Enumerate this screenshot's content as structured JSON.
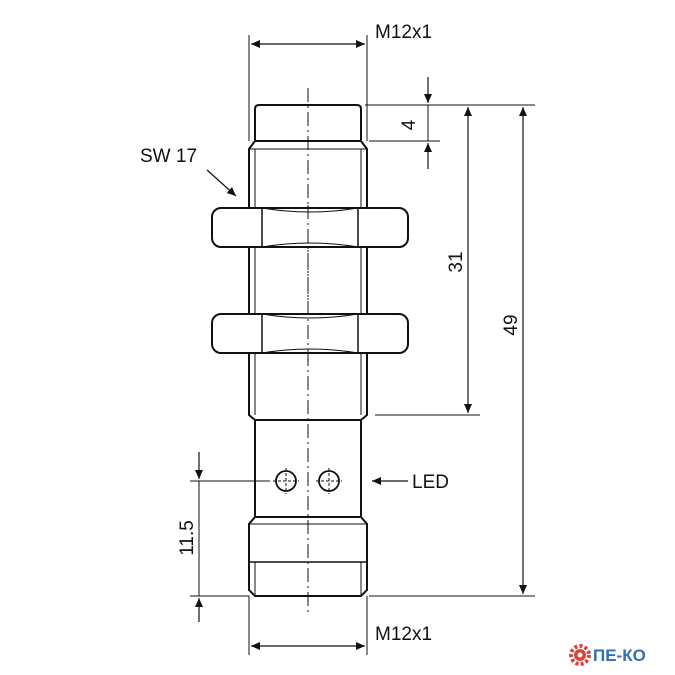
{
  "labels": {
    "top_thread": "M12x1",
    "bottom_thread": "M12x1",
    "wrench_size": "SW 17",
    "dim_head": "4",
    "dim_thread_length": "31",
    "dim_total_length": "49",
    "dim_led_offset": "11.5",
    "led": "LED"
  },
  "logo": {
    "text": "ПЕ-КО",
    "color": "#2f6fb7",
    "gear_color": "#d9443a"
  },
  "colors": {
    "line": "#111111",
    "background": "#ffffff"
  }
}
